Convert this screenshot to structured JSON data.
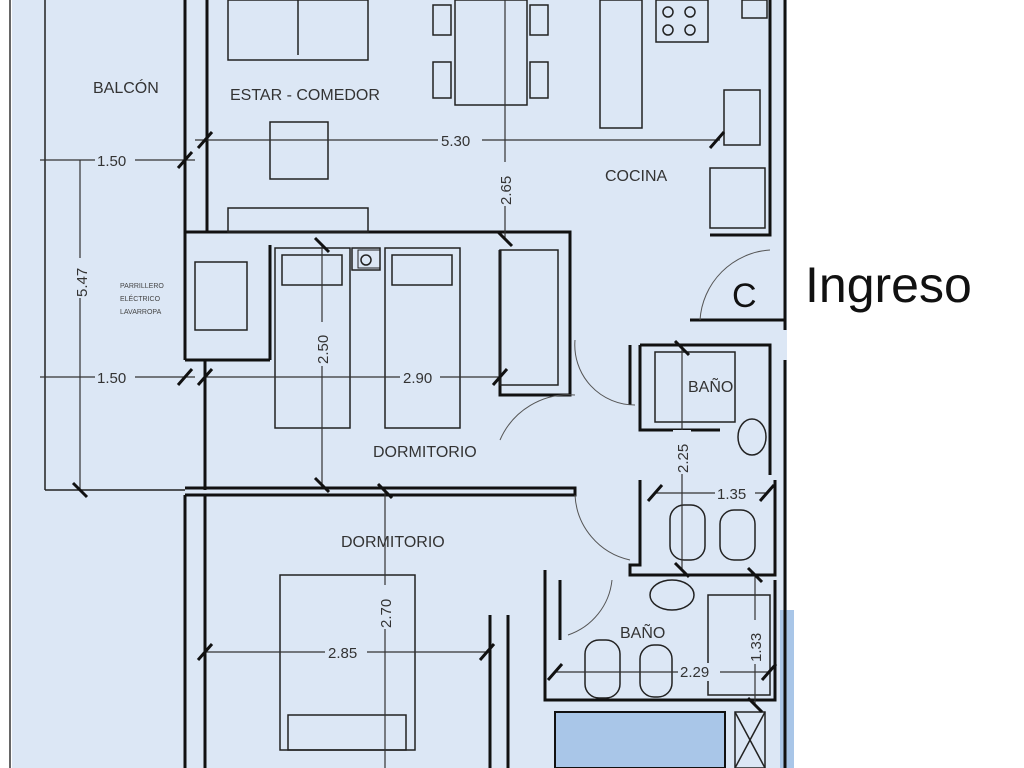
{
  "plan": {
    "rooms": {
      "balcon": "BALCÓN",
      "estar_comedor": "ESTAR - COMEDOR",
      "cocina": "COCINA",
      "dormitorio_1": "DORMITORIO",
      "dormitorio_2": "DORMITORIO",
      "bano_1": "BAÑO",
      "bano_2": "BAÑO"
    },
    "laundry_note": [
      "PARRILLERO",
      "ELÉCTRICO",
      "LAVARROPA"
    ],
    "entrance_label": "Ingreso",
    "entrance_marker": "C",
    "dimensions": {
      "balcon_width_top": "1.50",
      "balcon_width_bottom": "1.50",
      "balcon_length": "5.47",
      "estar_width": "5.30",
      "estar_depth": "2.65",
      "dorm1_width": "2.90",
      "dorm1_depth": "2.50",
      "dorm2_width": "2.85",
      "dorm2_depth": "2.70",
      "bano1_depth": "2.25",
      "bano1_width": "1.35",
      "bano2_width": "2.29",
      "bano2_depth": "1.33"
    },
    "colors": {
      "floor": "#dce7f5",
      "wall": "#111111",
      "accent": "#a9c6e8"
    }
  }
}
